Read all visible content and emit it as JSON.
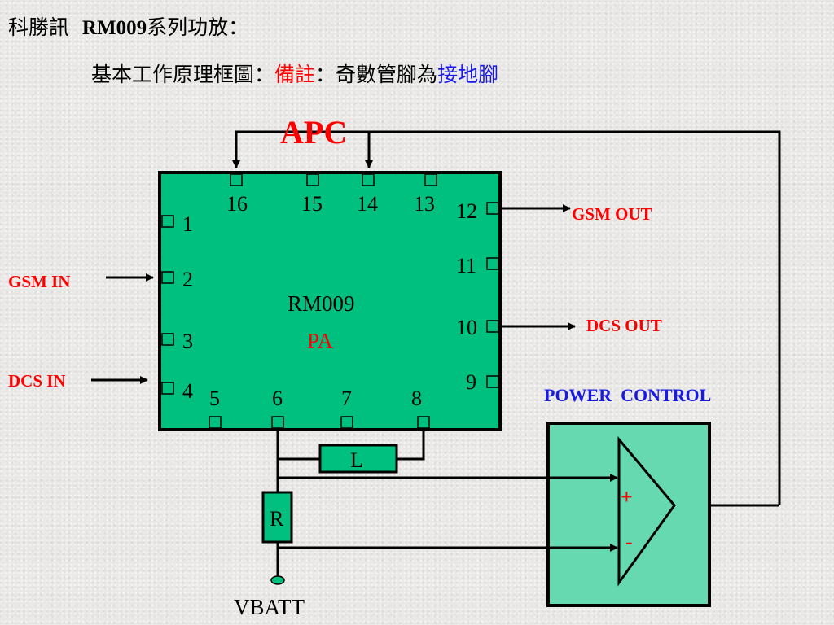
{
  "header": {
    "brand": "科勝訊",
    "model": "RM009",
    "series_suffix": "系列功放：",
    "subtitle_prefix": "基本工作原理框圖：",
    "note_label": "備註",
    "note_colon": "：",
    "note_text": "奇數管腳為",
    "note_highlight": "接地腳"
  },
  "diagram": {
    "apc_label": "APC",
    "chip_name": "RM009",
    "chip_type": "PA",
    "pins": [
      "1",
      "2",
      "3",
      "4",
      "5",
      "6",
      "7",
      "8",
      "9",
      "10",
      "11",
      "12",
      "13",
      "14",
      "15",
      "16"
    ],
    "gsm_in": "GSM IN",
    "dcs_in": "DCS IN",
    "gsm_out": "GSM OUT",
    "dcs_out": "DCS OUT",
    "power_control": "POWER  CONTROL",
    "inductor": "L",
    "resistor": "R",
    "plus": "+",
    "minus": "-",
    "vbatt": "VBATT",
    "colors": {
      "chip_fill": "#00c080",
      "power_fill": "#66d9b0",
      "label_red": "#ff0000",
      "label_blue": "#1a1ae6"
    }
  }
}
